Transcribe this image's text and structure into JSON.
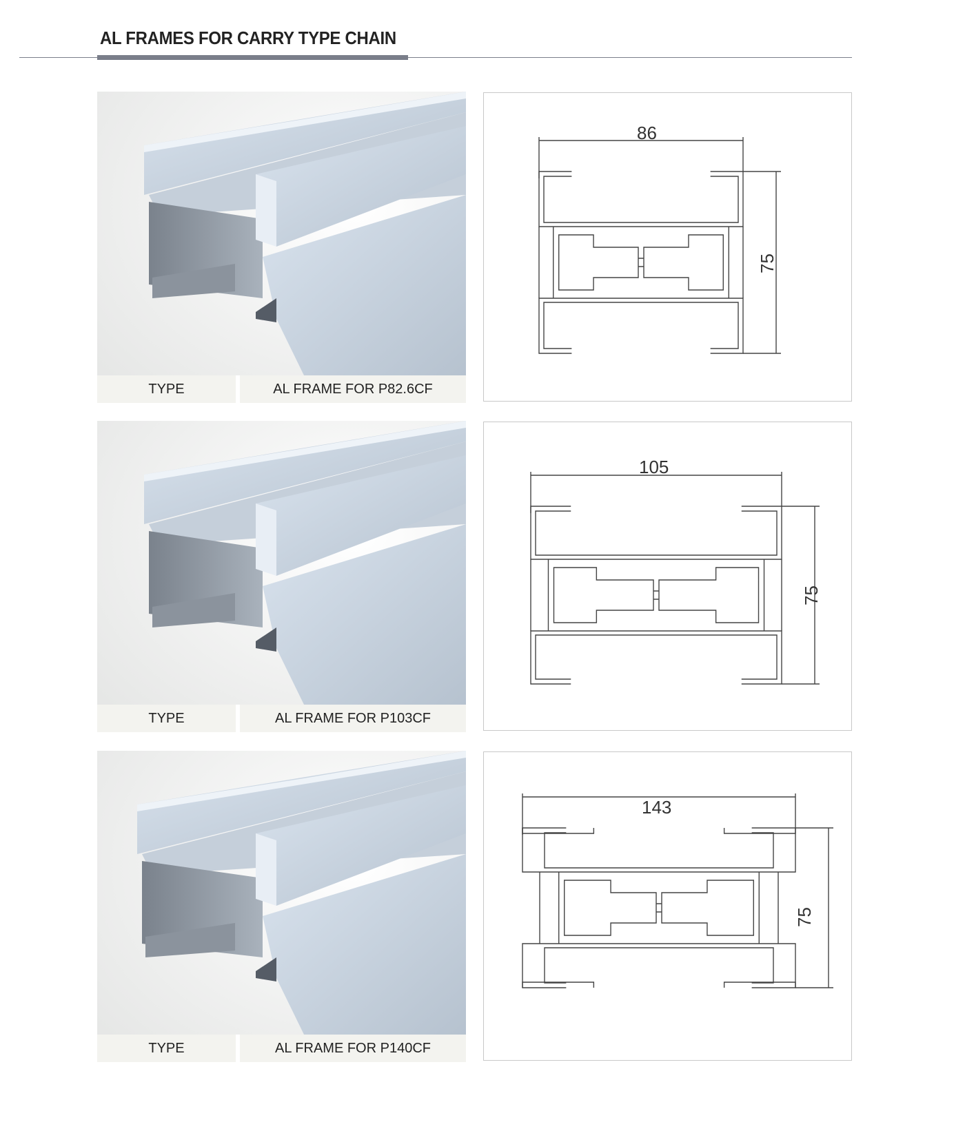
{
  "header": {
    "title": "AL FRAMES FOR CARRY TYPE CHAIN"
  },
  "products": [
    {
      "type_label": "TYPE",
      "type_value": "AL FRAME FOR P82.6CF",
      "width_dim": "86",
      "height_dim": "75"
    },
    {
      "type_label": "TYPE",
      "type_value": "AL FRAME FOR P103CF",
      "width_dim": "105",
      "height_dim": "75"
    },
    {
      "type_label": "TYPE",
      "type_value": "AL FRAME FOR P140CF",
      "width_dim": "143",
      "height_dim": "75"
    }
  ],
  "colors": {
    "accent_bar": "#7a7e8a",
    "label_bg": "#f3f3ef"
  }
}
